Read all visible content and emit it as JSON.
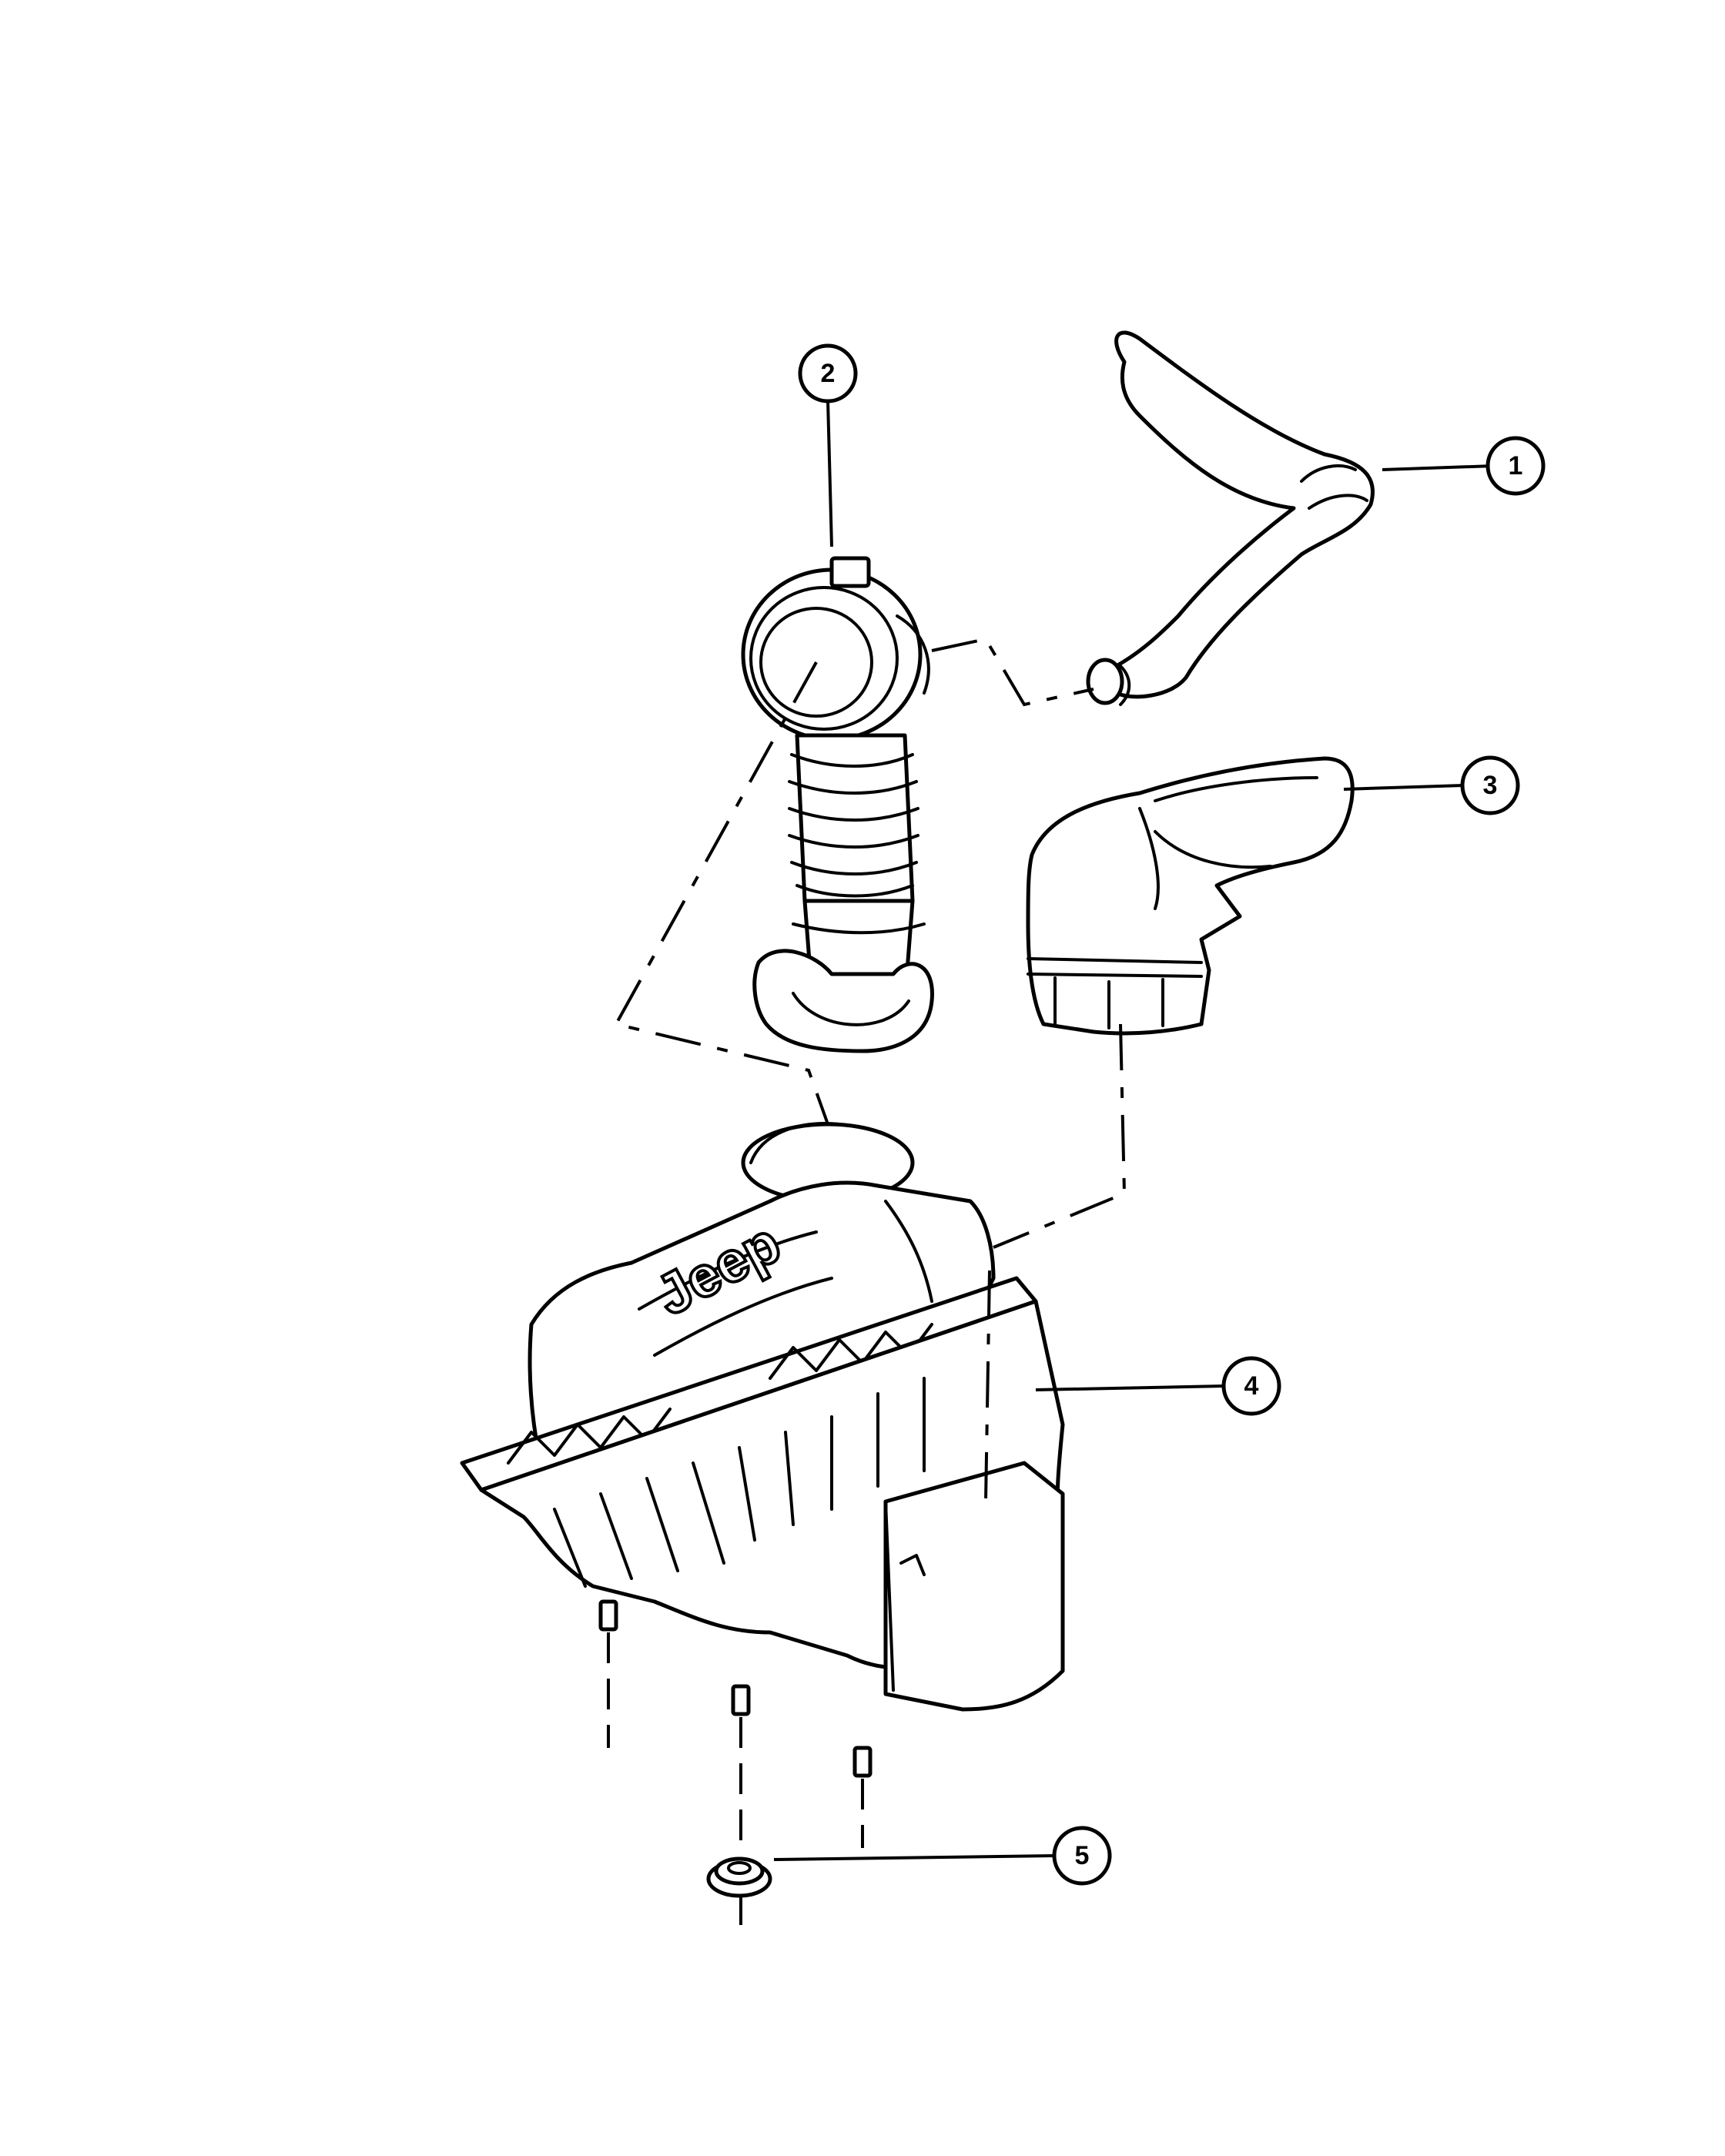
{
  "callouts": [
    {
      "id": "1",
      "label": "1"
    },
    {
      "id": "2",
      "label": "2"
    },
    {
      "id": "3",
      "label": "3"
    },
    {
      "id": "4",
      "label": "4"
    },
    {
      "id": "5",
      "label": "5"
    }
  ],
  "logo": {
    "text": "Jeep"
  },
  "colors": {
    "line": "#000000",
    "background": "#ffffff"
  }
}
